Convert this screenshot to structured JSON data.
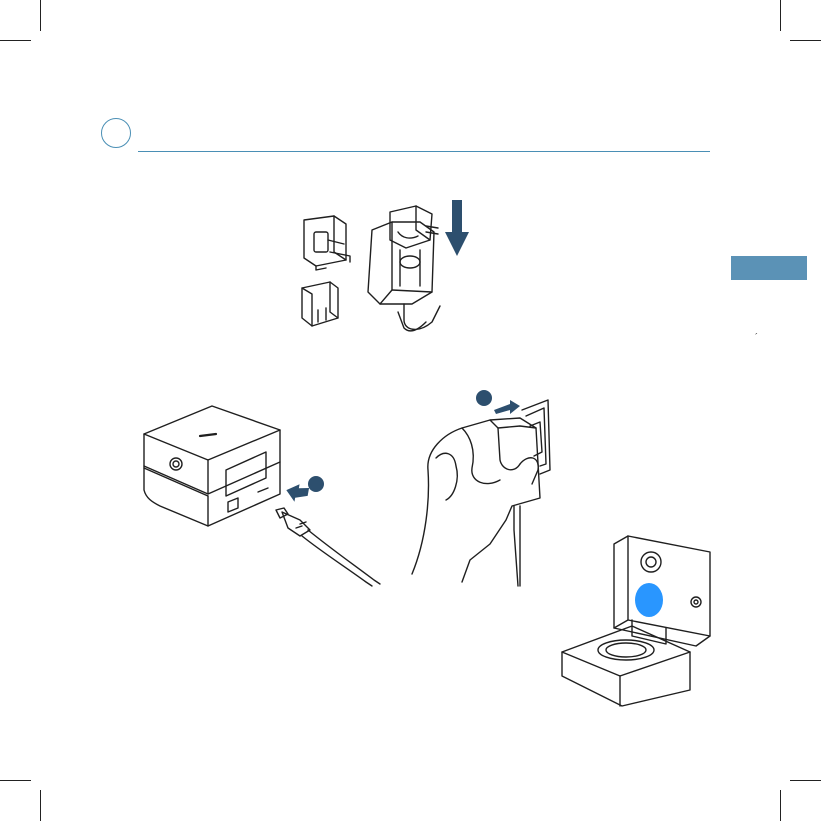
{
  "colors": {
    "accent": "#4a8fb5",
    "tab": "#5b92b6",
    "arrow": "#2d4f6e",
    "led": "#1e90ff",
    "line": "#1f1f1f"
  },
  "tick_mark": "´",
  "icons": [
    "crop-mark",
    "adapter-plug-uk",
    "adapter-plug-us",
    "power-adapter",
    "down-arrow",
    "base-station",
    "usb-cable",
    "hand-plugging-adapter",
    "wall-socket",
    "camera-base-led"
  ]
}
